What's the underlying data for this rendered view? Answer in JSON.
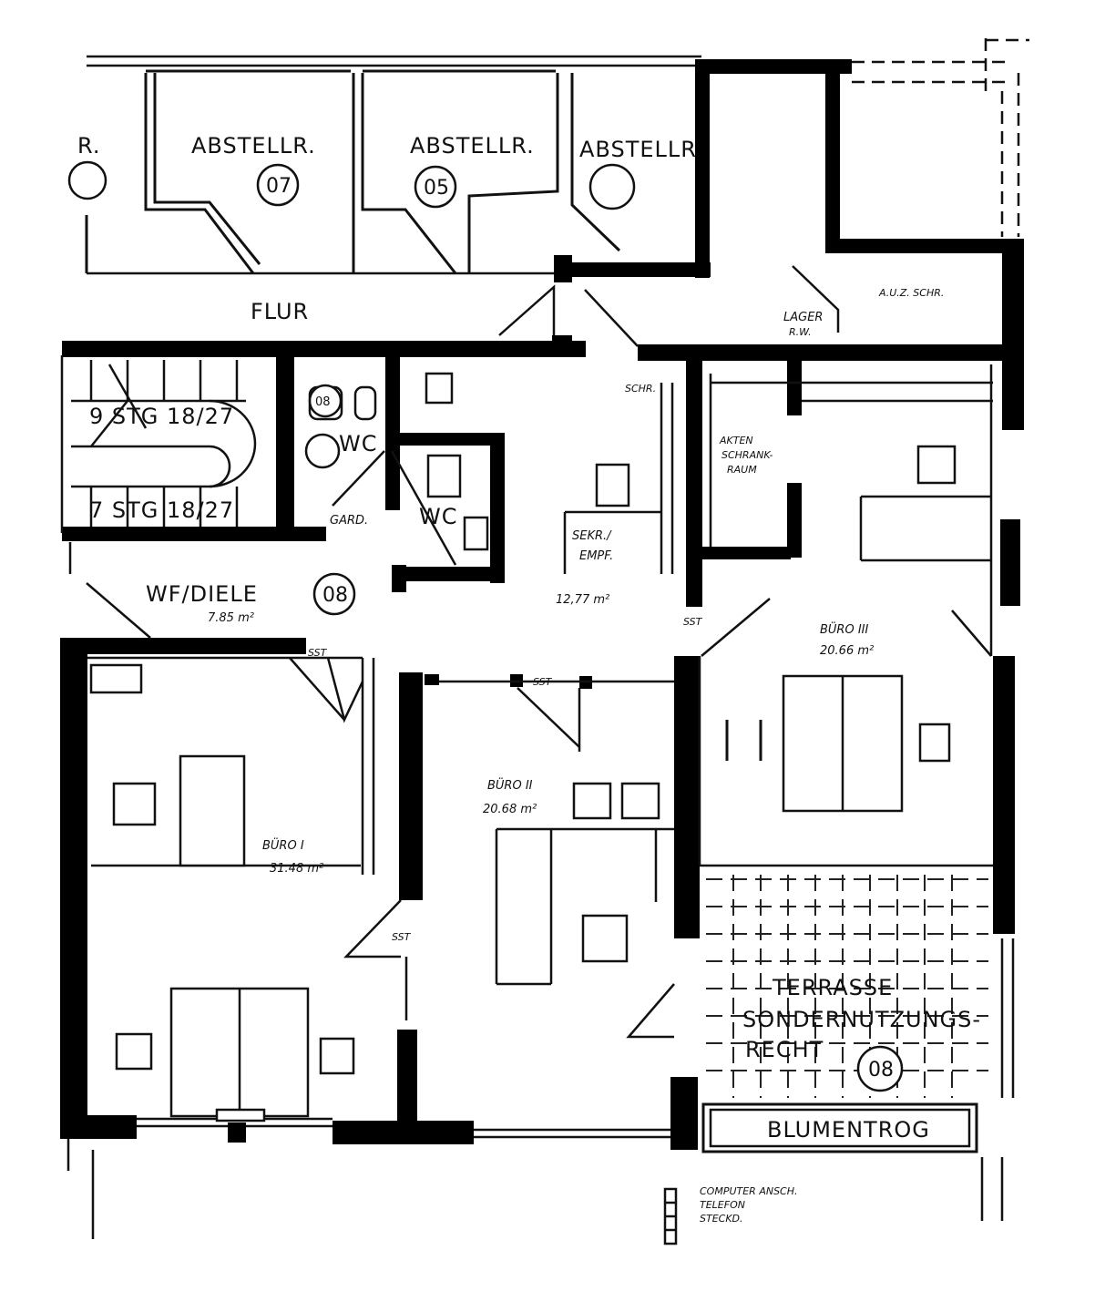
{
  "rooms": {
    "abstell_left_partial": {
      "label": "R.",
      "badge": ""
    },
    "abstell_07": {
      "label": "ABSTELLR.",
      "badge": "07"
    },
    "abstell_05": {
      "label": "ABSTELLR.",
      "badge": "05"
    },
    "abstell_right": {
      "label": "ABSTELLR",
      "badge": ""
    },
    "flur": {
      "label": "FLUR"
    },
    "lager": {
      "label": "LAGER",
      "sub": "R.W."
    },
    "lager_note": {
      "label": "A.U.Z. SCHR."
    },
    "stair_upper": {
      "label": "9 STG 18/27"
    },
    "stair_lower": {
      "label": "7 STG 18/27"
    },
    "wc1": {
      "label": "WC",
      "badge": "08"
    },
    "gard": {
      "label": "GARD."
    },
    "wc2": {
      "label": "WC"
    },
    "sekr": {
      "label": "SEKR./",
      "label2": "EMPF.",
      "area": "12,77 m²"
    },
    "schr": {
      "label": "SCHR."
    },
    "akten": {
      "label": "AKTEN",
      "label2": "SCHRANK-",
      "label3": "RAUM"
    },
    "diele": {
      "label": "WF/DIELE",
      "area": "7.85 m²",
      "badge": "08"
    },
    "buero1": {
      "label": "BÜRO I",
      "area": "31.48 m²"
    },
    "buero2": {
      "label": "BÜRO II",
      "area": "20.68 m²"
    },
    "buero3": {
      "label": "BÜRO III",
      "area": "20.66 m²"
    },
    "terrasse": {
      "line1": "TERRASSE",
      "line2": "SONDERNUTZUNGS-",
      "line3": "RECHT",
      "badge": "08"
    },
    "blumentrog": {
      "label": "BLUMENTROG"
    }
  },
  "door_tags": {
    "d1": "SST",
    "d2": "SST",
    "d3": "SST",
    "d4": "SST"
  },
  "legend": {
    "line1": "COMPUTER ANSCH.",
    "line2": "TELEFON",
    "line3": "STECKD."
  },
  "colors": {
    "ink": "#111111",
    "paper": "#ffffff"
  }
}
